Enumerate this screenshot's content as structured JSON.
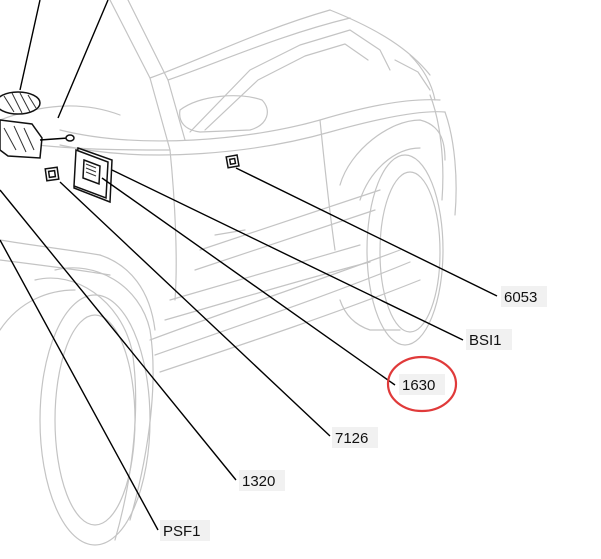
{
  "labels": {
    "l6053": "6053",
    "lbsi1": "BSI1",
    "l1630": "1630",
    "l7126": "7126",
    "l1320": "1320",
    "lpsf1": "PSF1"
  },
  "colors": {
    "highlight": "#e03a3a",
    "line_art": "#c4c4c4",
    "leader": "#000000",
    "label_bg": "#f1f1f1"
  },
  "highlighted_label": "1630"
}
